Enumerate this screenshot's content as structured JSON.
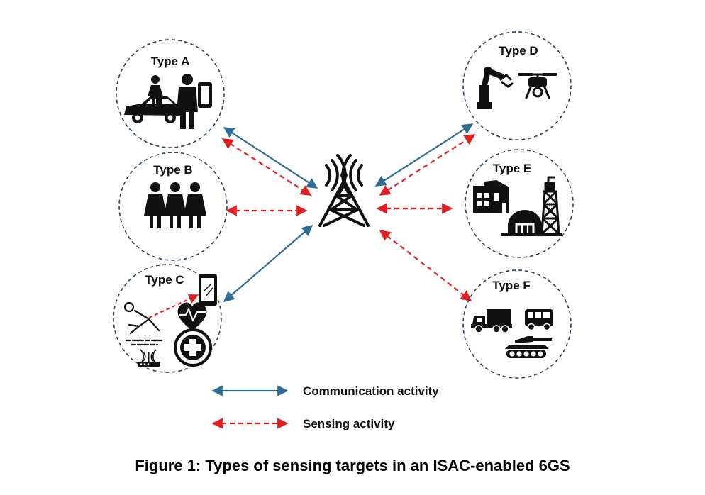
{
  "types": [
    {
      "id": "a",
      "label": "Type A",
      "icons": [
        "car-icon",
        "woman-icon",
        "man-with-phone-icon"
      ]
    },
    {
      "id": "b",
      "label": "Type B",
      "icons": [
        "crowd-icon"
      ]
    },
    {
      "id": "c",
      "label": "Type C",
      "icons": [
        "smartphone-icon",
        "fallen-person-icon",
        "heart-rate-icon",
        "wifi-router-icon",
        "medical-cross-icon"
      ]
    },
    {
      "id": "d",
      "label": "Type D",
      "icons": [
        "robot-arm-icon",
        "drone-icon"
      ]
    },
    {
      "id": "e",
      "label": "Type E",
      "icons": [
        "factory-icon",
        "dome-building-icon",
        "watchtower-icon"
      ]
    },
    {
      "id": "f",
      "label": "Type F",
      "icons": [
        "military-truck-icon",
        "bus-icon",
        "tank-icon"
      ]
    }
  ],
  "center": {
    "icon": "cell-tower-icon"
  },
  "legend": {
    "communication": "Communication activity",
    "sensing": "Sensing activity"
  },
  "colors": {
    "communication": "#2e6e95",
    "sensing": "#e02020",
    "circle_border": "#2b4357",
    "icon": "#111111"
  },
  "caption": "Figure 1: Types of sensing targets in an ISAC-enabled 6GS"
}
